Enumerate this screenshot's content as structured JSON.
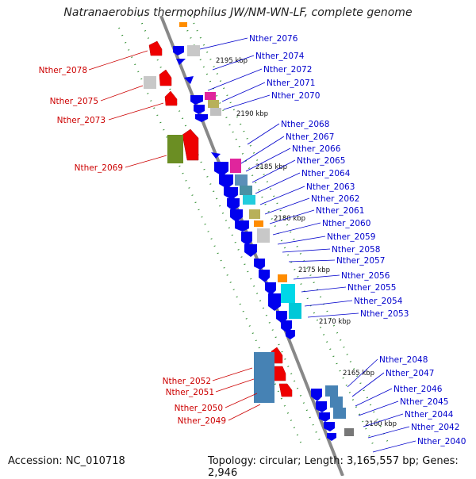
{
  "title": "Natranaerobius thermophilus JW/NM-WN-LF, complete genome",
  "accession": "Accession: NC_010718",
  "topology": "Topology: circular; Length: 3,165,557 bp; Genes: 2,946",
  "colors": {
    "forward_label": "#cc0000",
    "reverse_label": "#0000cc",
    "forward_gene": "#ee0000",
    "reverse_gene": "#0000ee",
    "guide": "#2a8a2a",
    "backbone": "#888888"
  },
  "ticks": [
    "2195 kbp",
    "2190 kbp",
    "2185 kbp",
    "2180 kbp",
    "2175 kbp",
    "2170 kbp",
    "2165 kbp",
    "2160 kbp"
  ],
  "forward_labels": [
    "Nther_2078",
    "Nther_2075",
    "Nther_2073",
    "Nther_2069",
    "Nther_2052",
    "Nther_2051",
    "Nther_2050",
    "Nther_2049"
  ],
  "reverse_labels": [
    "Nther_2076",
    "Nther_2074",
    "Nther_2072",
    "Nther_2071",
    "Nther_2070",
    "Nther_2068",
    "Nther_2067",
    "Nther_2066",
    "Nther_2065",
    "Nther_2064",
    "Nther_2063",
    "Nther_2062",
    "Nther_2061",
    "Nther_2060",
    "Nther_2059",
    "Nther_2058",
    "Nther_2057",
    "Nther_2056",
    "Nther_2055",
    "Nther_2054",
    "Nther_2053",
    "Nther_2048",
    "Nther_2047",
    "Nther_2046",
    "Nther_2045",
    "Nther_2044",
    "Nther_2042",
    "Nther_2040"
  ]
}
